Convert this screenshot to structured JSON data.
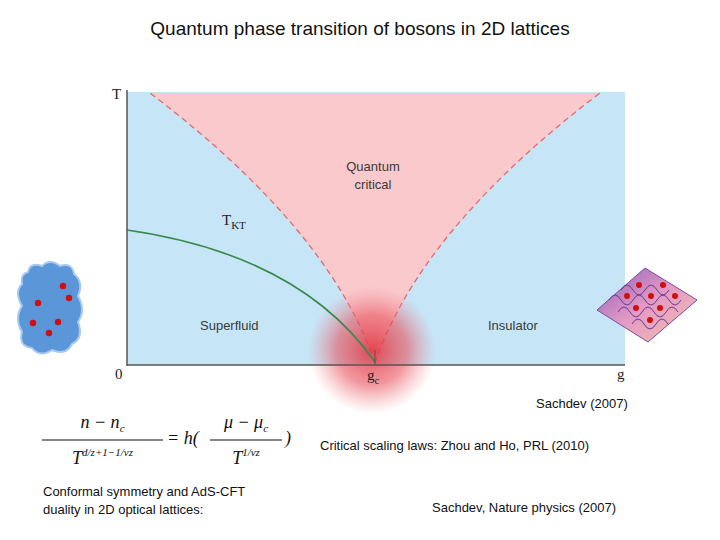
{
  "diagram": {
    "title": "Quantum phase transition of bosons in 2D lattices",
    "labels": [
      "T",
      "Quantum critical",
      "T",
      "KT",
      "Superfluid",
      "Insulator",
      "0",
      "g",
      "c",
      "g",
      "Sachdev (2007)",
      "n − n",
      "c",
      "T",
      "d/z+1−1/νz",
      "= h(",
      "μ − μ",
      "c",
      "T",
      "1/νz",
      ")",
      "Critical scaling laws:  Zhou and Ho, PRL (2010)",
      "Conformal symmetry and AdS-CFT duality in 2D optical lattices:",
      "Sachdev, Nature physics (2007)"
    ]
  }
}
